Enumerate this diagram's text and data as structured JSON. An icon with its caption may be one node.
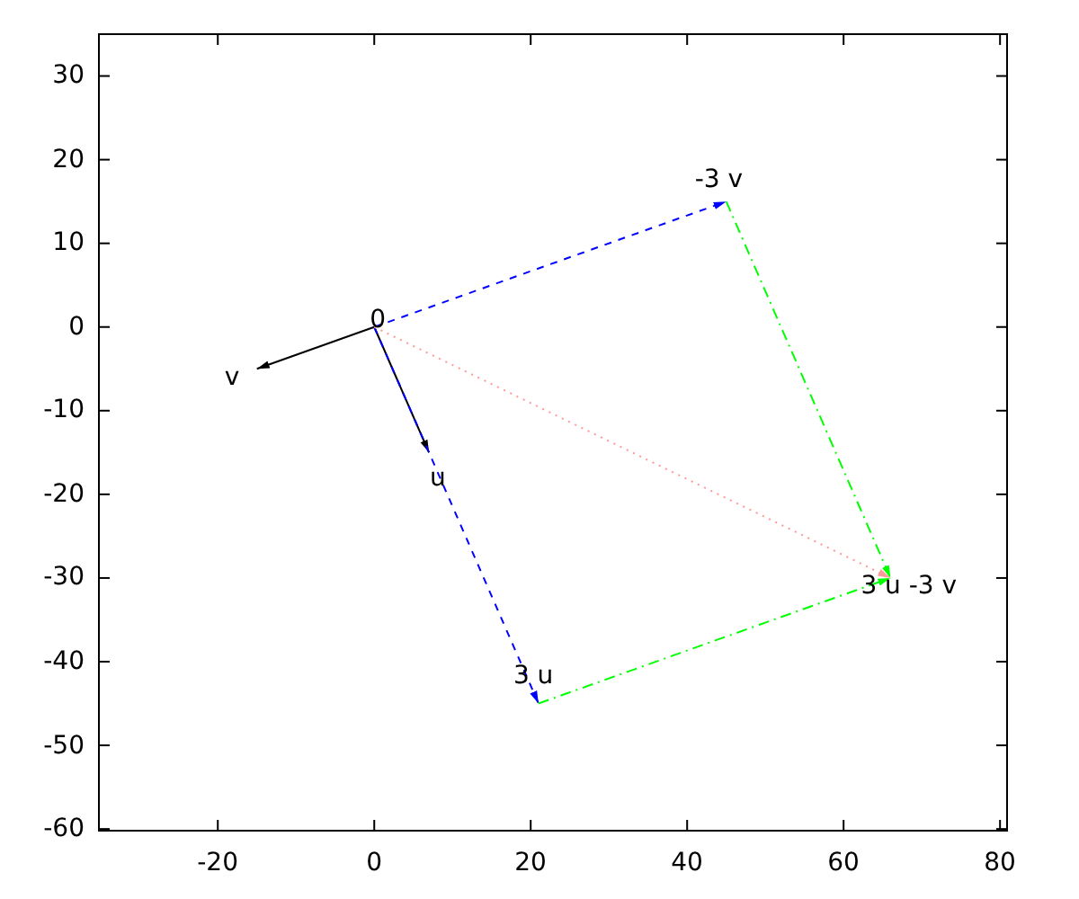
{
  "diagram": {
    "nodes": [
      {
        "text": [
          "0"
        ]
      },
      {
        "text": [
          "-3 v"
        ]
      },
      {
        "text": [
          "v"
        ]
      },
      {
        "text": [
          "u"
        ]
      },
      {
        "text": [
          "3 u -3 v"
        ]
      },
      {
        "text": [
          "3 u"
        ]
      }
    ],
    "edges": [
      {
        "from": 0,
        "to": 2,
        "arrow": "to"
      },
      {
        "from": 0,
        "to": 3,
        "arrow": "to"
      },
      {
        "from": 0,
        "to": 5,
        "arrow": "to",
        "style": "dashed",
        "color": "#0000ff"
      },
      {
        "from": 0,
        "to": 1,
        "arrow": "to",
        "style": "dashed",
        "color": "#0000ff"
      },
      {
        "from": 1,
        "to": 4,
        "arrow": "to",
        "style": "dashed",
        "color": "#00ff00"
      },
      {
        "from": 5,
        "to": 4,
        "arrow": "to",
        "style": "dashed",
        "color": "#00ff00"
      },
      {
        "from": 0,
        "to": 4,
        "arrow": "to",
        "style": "dashed",
        "color": "#ff9999"
      }
    ],
    "labels": [
      "30",
      "20",
      "10",
      "0",
      "-10",
      "-20",
      "-30",
      "-40",
      "-50",
      "-60",
      "-20",
      "0",
      "20",
      "40",
      "60",
      "80"
    ]
  }
}
